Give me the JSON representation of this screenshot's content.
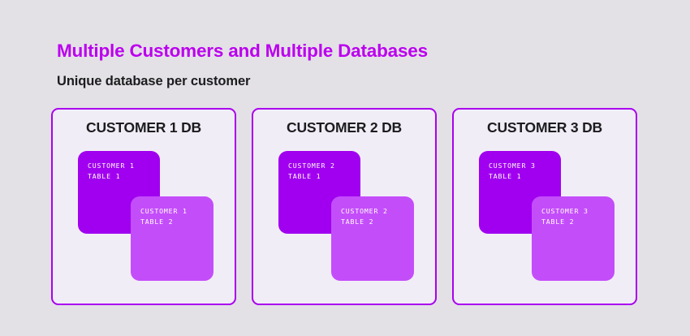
{
  "page": {
    "title": "Multiple Customers and Multiple Databases",
    "subtitle": "Unique database per customer"
  },
  "colors": {
    "background": "#e3e1e6",
    "heading": "#bb00ee",
    "card_border": "#aa00ee",
    "card_fill": "#f1edf7",
    "table_primary": "#a100f0",
    "table_secondary": "#c44dfa",
    "text_dark": "#1c1c1e",
    "text_light": "#ffffff"
  },
  "cards": [
    {
      "title": "CUSTOMER 1 DB",
      "tables": [
        {
          "line1": "CUSTOMER 1",
          "line2": "TABLE 1"
        },
        {
          "line1": "CUSTOMER 1",
          "line2": "TABLE 2"
        }
      ]
    },
    {
      "title": "CUSTOMER 2 DB",
      "tables": [
        {
          "line1": "CUSTOMER 2",
          "line2": "TABLE 1"
        },
        {
          "line1": "CUSTOMER 2",
          "line2": "TABLE 2"
        }
      ]
    },
    {
      "title": "CUSTOMER 3 DB",
      "tables": [
        {
          "line1": "CUSTOMER 3",
          "line2": "TABLE 1"
        },
        {
          "line1": "CUSTOMER 3",
          "line2": "TABLE 2"
        }
      ]
    }
  ]
}
